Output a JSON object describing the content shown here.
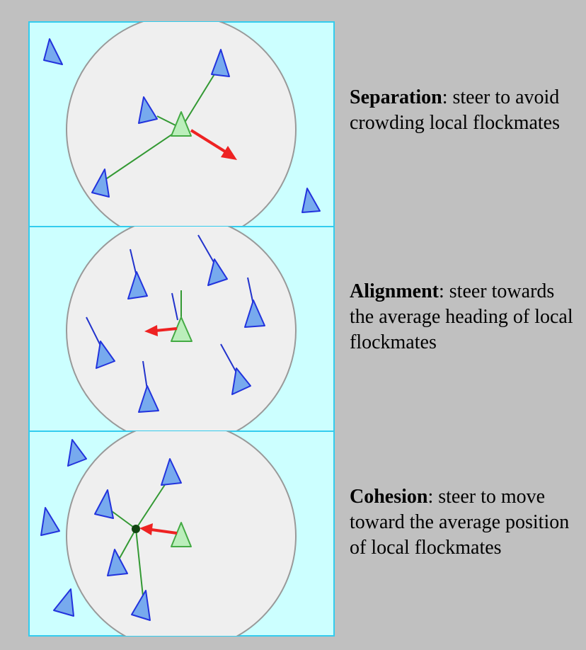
{
  "colors": {
    "background": "#c0c0c0",
    "panel": "#ccffff",
    "panel_border": "#33ccee",
    "neighborhood_fill": "#efefef",
    "neighborhood_stroke": "#999999",
    "boid_fill": "#77aaee",
    "boid_stroke": "#2233dd",
    "focal_fill": "#bbeebb",
    "focal_stroke": "#44aa44",
    "link_line": "#339933",
    "heading_line": "#2233cc",
    "steer_arrow": "#ee2222",
    "centroid": "#114411"
  },
  "rules": [
    {
      "id": "separation",
      "term": "Separation",
      "description": ": steer to avoid crowding local flockmates"
    },
    {
      "id": "alignment",
      "term": "Alignment",
      "description": ": steer towards the average heading of local flockmates"
    },
    {
      "id": "cohesion",
      "term": "Cohesion",
      "description": ": steer to move toward the average position of local flockmates"
    }
  ]
}
